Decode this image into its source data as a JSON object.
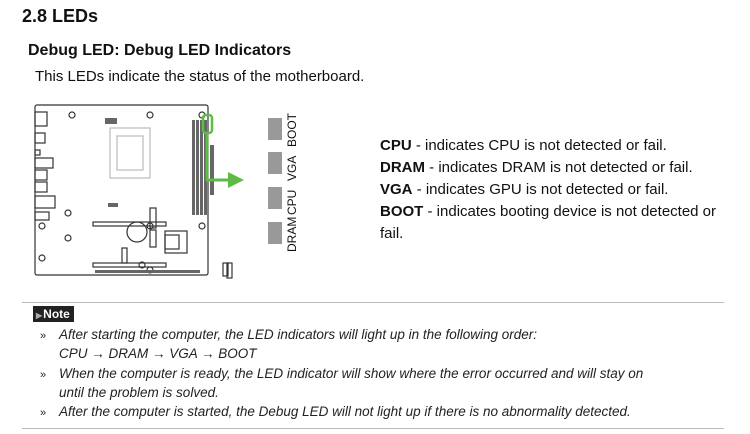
{
  "section_title": "2.8 LEDs",
  "subtitle": "Debug LED: Debug LED Indicators",
  "intro": "This LEDs indicate the status of the motherboard.",
  "leds": [
    "BOOT",
    "VGA",
    "CPU",
    "DRAM"
  ],
  "descriptions": [
    {
      "name": "CPU",
      "text": " - indicates CPU is not detected or fail."
    },
    {
      "name": "DRAM",
      "text": " - indicates DRAM is not detected or fail."
    },
    {
      "name": "VGA",
      "text": " - indicates GPU is not detected or fail."
    },
    {
      "name": "BOOT",
      "text": " - indicates booting device is not detected or fail."
    }
  ],
  "note": {
    "label": "Note",
    "bullet": "»",
    "items": [
      {
        "text": "After starting the computer, the LED indicators will light up in the following order:",
        "cont": "CPU → DRAM → VGA → BOOT"
      },
      {
        "text": "When the computer is ready, the LED indicator will show where the error occurred and will stay on",
        "cont": "until the problem is solved."
      },
      {
        "text": "After the computer is started, the Debug LED will not light up if there is no abnormality detected."
      }
    ]
  },
  "colors": {
    "highlight": "#5dbb46",
    "led": "#999999"
  }
}
